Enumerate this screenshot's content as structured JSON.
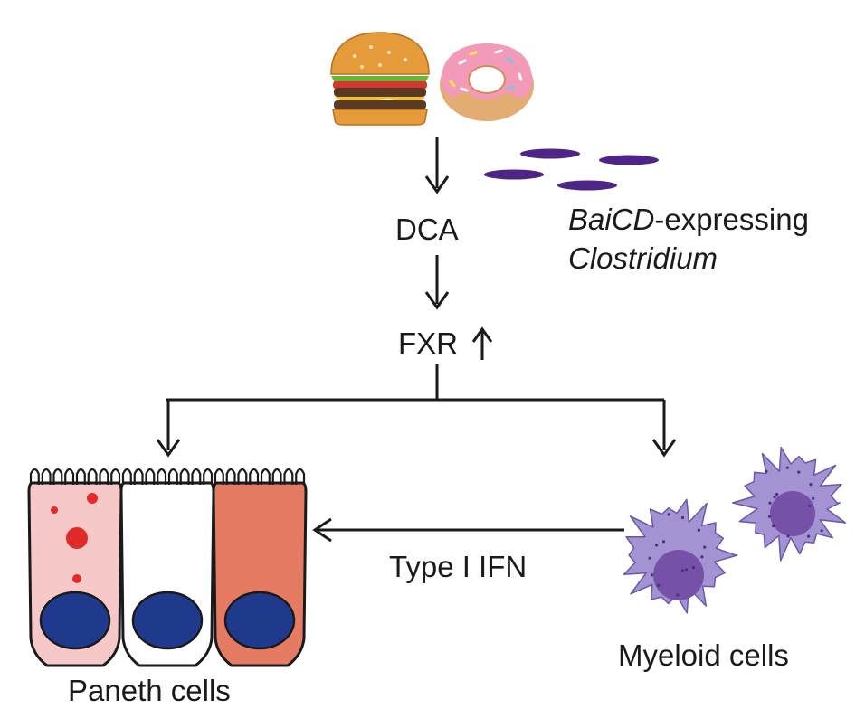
{
  "labels": {
    "dca": "DCA",
    "fxr": "FXR",
    "bacteria_gene": "BaiCD",
    "bacteria_suffix": "-expressing",
    "bacteria_genus": "Clostridium",
    "signal": "Type I IFN",
    "paneth": "Paneth cells",
    "myeloid": "Myeloid cells"
  },
  "icons": {
    "food_1": "burger-icon",
    "food_2": "donut-icon",
    "bacteria": "rod-bacteria-icon",
    "paneth": "paneth-cell-icon",
    "myeloid": "myeloid-cell-icon"
  },
  "colors": {
    "bacteria": "#4e2587",
    "paneth_left": "#f6c8c8",
    "paneth_middle": "#ffffff",
    "paneth_right": "#e57b62",
    "nucleus": "#1f3a8c",
    "granule": "#e12a2a",
    "myeloid_body": "#a493d2",
    "myeloid_nucleus": "#7552a8",
    "arrow": "#1a1a1a"
  }
}
